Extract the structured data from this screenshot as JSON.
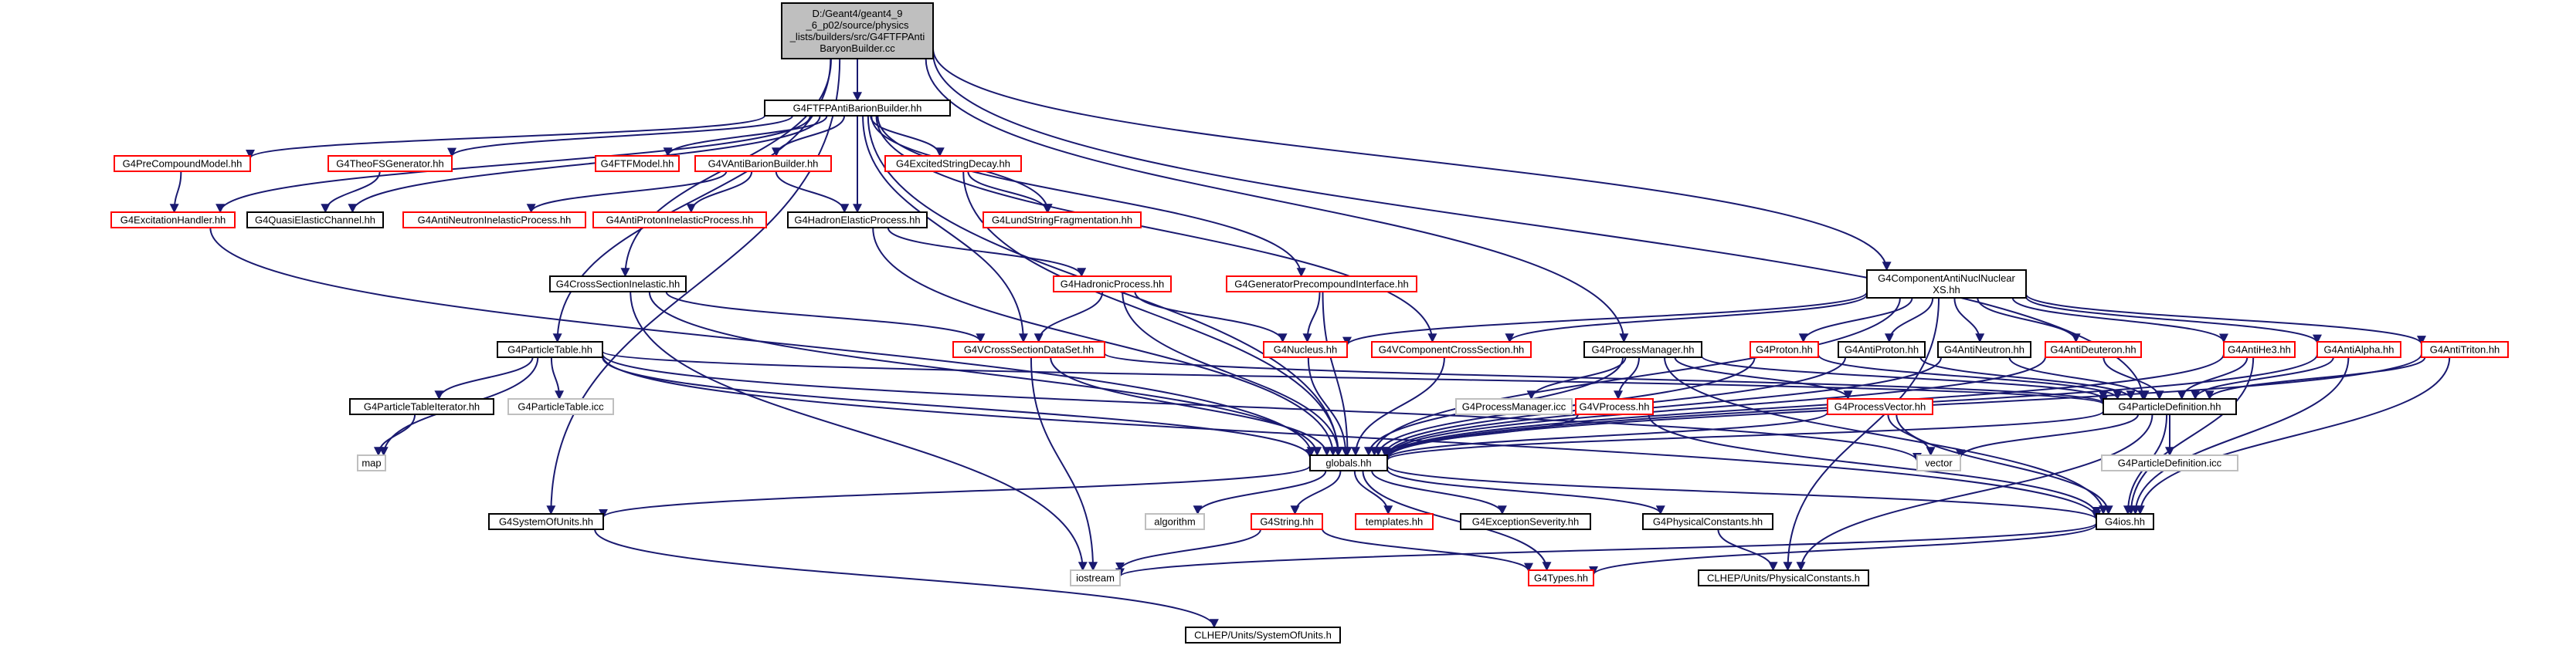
{
  "colors": {
    "edge": "#191970",
    "border_black": "#000000",
    "border_red": "#ff0000",
    "border_gray": "#bfbfbf",
    "root_fill": "#bfbfbf"
  },
  "nodes": [
    {
      "id": "root",
      "lines": [
        "D:/Geant4/geant4_9",
        "_6_p02/source/physics",
        "_lists/builders/src/G4FTFPAnti",
        "BaryonBuilder.cc"
      ],
      "style": "root"
    },
    {
      "id": "ftfp",
      "lines": [
        "G4FTFPAntiBarionBuilder.hh"
      ],
      "style": "black"
    },
    {
      "id": "precompound_model",
      "lines": [
        "G4PreCompoundModel.hh"
      ],
      "style": "red"
    },
    {
      "id": "theofs",
      "lines": [
        "G4TheoFSGenerator.hh"
      ],
      "style": "red"
    },
    {
      "id": "ftfmodel",
      "lines": [
        "G4FTFModel.hh"
      ],
      "style": "red"
    },
    {
      "id": "vantibarion",
      "lines": [
        "G4VAntiBarionBuilder.hh"
      ],
      "style": "red"
    },
    {
      "id": "excitedstring",
      "lines": [
        "G4ExcitedStringDecay.hh"
      ],
      "style": "red"
    },
    {
      "id": "excitation",
      "lines": [
        "G4ExcitationHandler.hh"
      ],
      "style": "red"
    },
    {
      "id": "quasielastic",
      "lines": [
        "G4QuasiElasticChannel.hh"
      ],
      "style": "black"
    },
    {
      "id": "antineutron_inel",
      "lines": [
        "G4AntiNeutronInelasticProcess.hh"
      ],
      "style": "red"
    },
    {
      "id": "antiproton_inel",
      "lines": [
        "G4AntiProtonInelasticProcess.hh"
      ],
      "style": "red"
    },
    {
      "id": "hadronelastic",
      "lines": [
        "G4HadronElasticProcess.hh"
      ],
      "style": "black"
    },
    {
      "id": "lundstring",
      "lines": [
        "G4LundStringFragmentation.hh"
      ],
      "style": "red"
    },
    {
      "id": "hadronicprocess",
      "lines": [
        "G4HadronicProcess.hh"
      ],
      "style": "red"
    },
    {
      "id": "genprecompound",
      "lines": [
        "G4GeneratorPrecompoundInterface.hh"
      ],
      "style": "red"
    },
    {
      "id": "crosssection_inel",
      "lines": [
        "G4CrossSectionInelastic.hh"
      ],
      "style": "black"
    },
    {
      "id": "vcrosssection_dataset",
      "lines": [
        "G4VCrossSectionDataSet.hh"
      ],
      "style": "red"
    },
    {
      "id": "particletable",
      "lines": [
        "G4ParticleTable.hh"
      ],
      "style": "black"
    },
    {
      "id": "particletable_iter",
      "lines": [
        "G4ParticleTableIterator.hh"
      ],
      "style": "black"
    },
    {
      "id": "particletable_icc",
      "lines": [
        "G4ParticleTable.icc"
      ],
      "style": "gray"
    },
    {
      "id": "map",
      "lines": [
        "map"
      ],
      "style": "gray"
    },
    {
      "id": "nucleus",
      "lines": [
        "G4Nucleus.hh"
      ],
      "style": "red"
    },
    {
      "id": "vcomponent_cs",
      "lines": [
        "G4VComponentCrossSection.hh"
      ],
      "style": "red"
    },
    {
      "id": "processmanager",
      "lines": [
        "G4ProcessManager.hh"
      ],
      "style": "black"
    },
    {
      "id": "processmanager_icc",
      "lines": [
        "G4ProcessManager.icc"
      ],
      "style": "gray"
    },
    {
      "id": "vprocess",
      "lines": [
        "G4VProcess.hh"
      ],
      "style": "red"
    },
    {
      "id": "processvector",
      "lines": [
        "G4ProcessVector.hh"
      ],
      "style": "red"
    },
    {
      "id": "componentantinucl",
      "lines": [
        "G4ComponentAntiNuclNuclear",
        "XS.hh"
      ],
      "style": "black"
    },
    {
      "id": "proton",
      "lines": [
        "G4Proton.hh"
      ],
      "style": "red"
    },
    {
      "id": "antiproton",
      "lines": [
        "G4AntiProton.hh"
      ],
      "style": "black"
    },
    {
      "id": "antineutron",
      "lines": [
        "G4AntiNeutron.hh"
      ],
      "style": "black"
    },
    {
      "id": "antideuteron",
      "lines": [
        "G4AntiDeuteron.hh"
      ],
      "style": "red"
    },
    {
      "id": "antihe3",
      "lines": [
        "G4AntiHe3.hh"
      ],
      "style": "red"
    },
    {
      "id": "antialpha",
      "lines": [
        "G4AntiAlpha.hh"
      ],
      "style": "red"
    },
    {
      "id": "antitriton",
      "lines": [
        "G4AntiTriton.hh"
      ],
      "style": "red"
    },
    {
      "id": "particledef",
      "lines": [
        "G4ParticleDefinition.hh"
      ],
      "style": "black"
    },
    {
      "id": "particledef_icc",
      "lines": [
        "G4ParticleDefinition.icc"
      ],
      "style": "gray"
    },
    {
      "id": "globals",
      "lines": [
        "globals.hh"
      ],
      "style": "black"
    },
    {
      "id": "vector",
      "lines": [
        "vector"
      ],
      "style": "gray"
    },
    {
      "id": "algorithm",
      "lines": [
        "algorithm"
      ],
      "style": "gray"
    },
    {
      "id": "g4string",
      "lines": [
        "G4String.hh"
      ],
      "style": "red"
    },
    {
      "id": "templates",
      "lines": [
        "templates.hh"
      ],
      "style": "red"
    },
    {
      "id": "exceptionseverity",
      "lines": [
        "G4ExceptionSeverity.hh"
      ],
      "style": "black"
    },
    {
      "id": "physicalconstants",
      "lines": [
        "G4PhysicalConstants.hh"
      ],
      "style": "black"
    },
    {
      "id": "g4ios",
      "lines": [
        "G4ios.hh"
      ],
      "style": "black"
    },
    {
      "id": "systemofunits",
      "lines": [
        "G4SystemOfUnits.hh"
      ],
      "style": "black"
    },
    {
      "id": "iostream",
      "lines": [
        "iostream"
      ],
      "style": "gray"
    },
    {
      "id": "g4types",
      "lines": [
        "G4Types.hh"
      ],
      "style": "red"
    },
    {
      "id": "clhep_physconst",
      "lines": [
        "CLHEP/Units/PhysicalConstants.h"
      ],
      "style": "black"
    },
    {
      "id": "clhep_sysunits",
      "lines": [
        "CLHEP/Units/SystemOfUnits.h"
      ],
      "style": "black"
    }
  ],
  "edges": [
    [
      "root",
      "ftfp"
    ],
    [
      "root",
      "processmanager"
    ],
    [
      "root",
      "componentantinucl"
    ],
    [
      "root",
      "particledef"
    ],
    [
      "root",
      "particletable"
    ],
    [
      "root",
      "crosssection_inel"
    ],
    [
      "root",
      "systemofunits"
    ],
    [
      "ftfp",
      "precompound_model"
    ],
    [
      "ftfp",
      "theofs"
    ],
    [
      "ftfp",
      "ftfmodel"
    ],
    [
      "ftfp",
      "vantibarion"
    ],
    [
      "ftfp",
      "excitedstring"
    ],
    [
      "ftfp",
      "excitation"
    ],
    [
      "ftfp",
      "quasielastic"
    ],
    [
      "ftfp",
      "hadronelastic"
    ],
    [
      "ftfp",
      "lundstring"
    ],
    [
      "ftfp",
      "genprecompound"
    ],
    [
      "ftfp",
      "vcrosssection_dataset"
    ],
    [
      "ftfp",
      "vcomponent_cs"
    ],
    [
      "ftfp",
      "globals"
    ],
    [
      "precompound_model",
      "excitation"
    ],
    [
      "theofs",
      "quasielastic"
    ],
    [
      "vantibarion",
      "antineutron_inel"
    ],
    [
      "vantibarion",
      "antiproton_inel"
    ],
    [
      "vantibarion",
      "hadronelastic"
    ],
    [
      "excitedstring",
      "lundstring"
    ],
    [
      "excitedstring",
      "globals"
    ],
    [
      "excitation",
      "globals"
    ],
    [
      "hadronelastic",
      "hadronicprocess"
    ],
    [
      "hadronelastic",
      "globals"
    ],
    [
      "hadronicprocess",
      "vcrosssection_dataset"
    ],
    [
      "hadronicprocess",
      "nucleus"
    ],
    [
      "hadronicprocess",
      "globals"
    ],
    [
      "genprecompound",
      "nucleus"
    ],
    [
      "genprecompound",
      "globals"
    ],
    [
      "crosssection_inel",
      "vcrosssection_dataset"
    ],
    [
      "crosssection_inel",
      "globals"
    ],
    [
      "crosssection_inel",
      "iostream"
    ],
    [
      "vcrosssection_dataset",
      "particledef"
    ],
    [
      "vcrosssection_dataset",
      "globals"
    ],
    [
      "vcrosssection_dataset",
      "iostream"
    ],
    [
      "particletable",
      "particletable_iter"
    ],
    [
      "particletable",
      "particletable_icc"
    ],
    [
      "particletable",
      "map"
    ],
    [
      "particletable",
      "particledef"
    ],
    [
      "particletable",
      "globals"
    ],
    [
      "particletable",
      "vector"
    ],
    [
      "particletable",
      "g4ios"
    ],
    [
      "particletable_iter",
      "map"
    ],
    [
      "nucleus",
      "globals"
    ],
    [
      "vcomponent_cs",
      "globals"
    ],
    [
      "processmanager",
      "processmanager_icc"
    ],
    [
      "processmanager",
      "vprocess"
    ],
    [
      "processmanager",
      "processvector"
    ],
    [
      "processmanager",
      "particledef"
    ],
    [
      "processmanager",
      "globals"
    ],
    [
      "processmanager",
      "g4ios"
    ],
    [
      "vprocess",
      "globals"
    ],
    [
      "vprocess",
      "g4ios"
    ],
    [
      "processvector",
      "vector"
    ],
    [
      "processvector",
      "g4ios"
    ],
    [
      "processvector",
      "globals"
    ],
    [
      "componentantinucl",
      "nucleus"
    ],
    [
      "componentantinucl",
      "vcomponent_cs"
    ],
    [
      "componentantinucl",
      "proton"
    ],
    [
      "componentantinucl",
      "antiproton"
    ],
    [
      "componentantinucl",
      "antineutron"
    ],
    [
      "componentantinucl",
      "antideuteron"
    ],
    [
      "componentantinucl",
      "antihe3"
    ],
    [
      "componentantinucl",
      "antialpha"
    ],
    [
      "componentantinucl",
      "antitriton"
    ],
    [
      "componentantinucl",
      "globals"
    ],
    [
      "componentantinucl",
      "clhep_physconst"
    ],
    [
      "proton",
      "particledef"
    ],
    [
      "proton",
      "globals"
    ],
    [
      "antiproton",
      "particledef"
    ],
    [
      "antiproton",
      "globals"
    ],
    [
      "antineutron",
      "particledef"
    ],
    [
      "antineutron",
      "globals"
    ],
    [
      "antideuteron",
      "particledef"
    ],
    [
      "antideuteron",
      "globals"
    ],
    [
      "antihe3",
      "particledef"
    ],
    [
      "antihe3",
      "globals"
    ],
    [
      "antihe3",
      "g4ios"
    ],
    [
      "antialpha",
      "particledef"
    ],
    [
      "antialpha",
      "globals"
    ],
    [
      "antialpha",
      "g4ios"
    ],
    [
      "antitriton",
      "particledef"
    ],
    [
      "antitriton",
      "globals"
    ],
    [
      "antitriton",
      "g4ios"
    ],
    [
      "particledef",
      "particledef_icc"
    ],
    [
      "particledef",
      "vector"
    ],
    [
      "particledef",
      "globals"
    ],
    [
      "particledef",
      "g4ios"
    ],
    [
      "particledef",
      "clhep_physconst"
    ],
    [
      "globals",
      "algorithm"
    ],
    [
      "globals",
      "g4string"
    ],
    [
      "globals",
      "templates"
    ],
    [
      "globals",
      "exceptionseverity"
    ],
    [
      "globals",
      "physicalconstants"
    ],
    [
      "globals",
      "g4ios"
    ],
    [
      "globals",
      "systemofunits"
    ],
    [
      "globals",
      "g4types"
    ],
    [
      "g4string",
      "iostream"
    ],
    [
      "g4string",
      "g4types"
    ],
    [
      "g4ios",
      "iostream"
    ],
    [
      "g4ios",
      "g4types"
    ],
    [
      "physicalconstants",
      "clhep_physconst"
    ],
    [
      "systemofunits",
      "clhep_sysunits"
    ]
  ]
}
